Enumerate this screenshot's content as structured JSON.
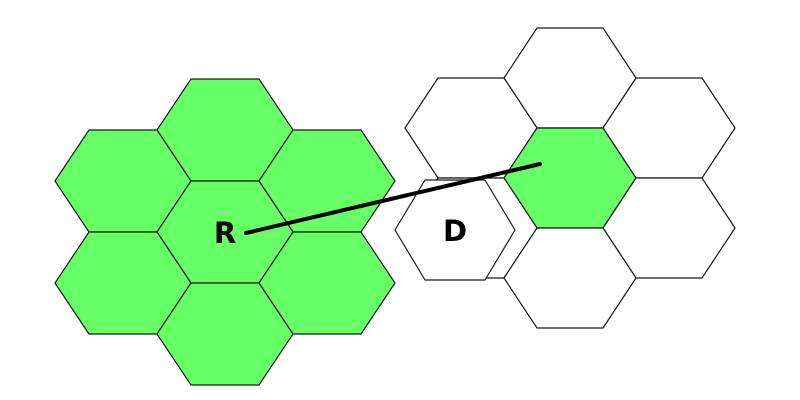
{
  "diagram": {
    "colors": {
      "filled": "#66ff66",
      "empty": "#ffffff",
      "stroke": "#1a1a1a",
      "line": "#000000",
      "text": "#000000"
    },
    "cluster_left": {
      "cells": [
        {
          "id": "top",
          "filled": true
        },
        {
          "id": "upper-left",
          "filled": true
        },
        {
          "id": "upper-right",
          "filled": true
        },
        {
          "id": "center",
          "filled": true
        },
        {
          "id": "lower-left",
          "filled": true
        },
        {
          "id": "lower-right",
          "filled": true
        },
        {
          "id": "bottom",
          "filled": true
        }
      ]
    },
    "cluster_right": {
      "cells": [
        {
          "id": "top",
          "filled": false
        },
        {
          "id": "upper-left",
          "filled": false
        },
        {
          "id": "upper-right",
          "filled": false
        },
        {
          "id": "center",
          "filled": true
        },
        {
          "id": "lower-left",
          "filled": false
        },
        {
          "id": "lower-right",
          "filled": false
        },
        {
          "id": "bottom",
          "filled": false
        }
      ]
    },
    "labels": {
      "source": "R",
      "target": "D"
    }
  }
}
